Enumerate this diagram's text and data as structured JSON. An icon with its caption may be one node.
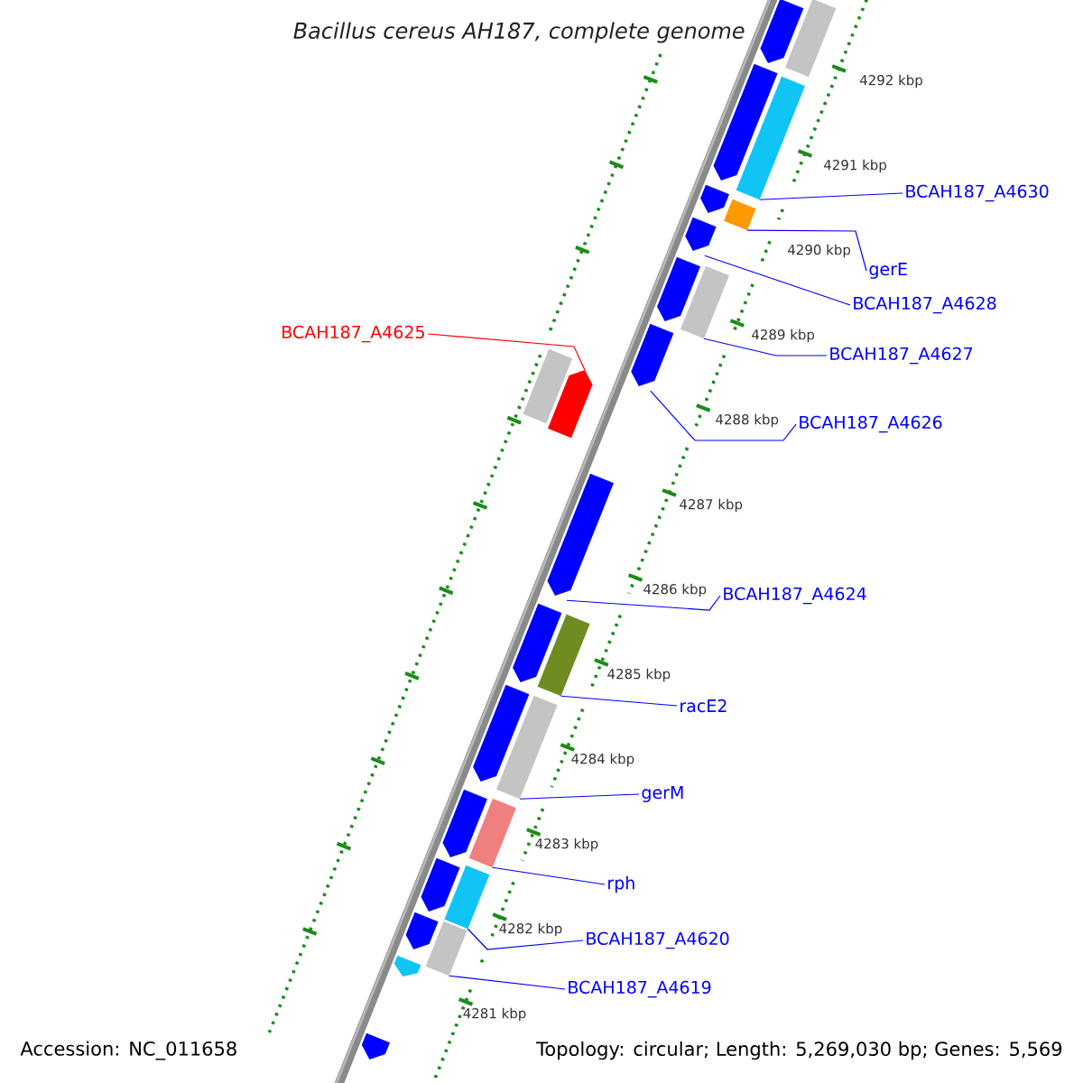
{
  "diagram": {
    "title": "Bacillus cereus AH187, complete genome",
    "nodes": [
      {
        "text": [
          "BCAH187_A4630"
        ]
      },
      {
        "text": [
          "gerE"
        ]
      },
      {
        "text": [
          "BCAH187_A4628"
        ]
      },
      {
        "text": [
          "BCAH187_A4625"
        ]
      },
      {
        "text": [
          "BCAH187_A4627"
        ]
      },
      {
        "text": [
          "BCAH187_A4626"
        ]
      },
      {
        "text": [
          "BCAH187_A4624"
        ]
      },
      {
        "text": [
          "racE2"
        ]
      },
      {
        "text": [
          "gerM"
        ]
      },
      {
        "text": [
          "rph"
        ]
      },
      {
        "text": [
          "BCAH187_A4620"
        ]
      },
      {
        "text": [
          "BCAH187_A4619"
        ]
      },
      {
        "text": [],
        "shape": "pentagon"
      },
      {
        "text": [],
        "shape": "box"
      },
      {
        "text": [],
        "shape": "pentagon"
      },
      {
        "text": [],
        "shape": "box"
      },
      {
        "text": [],
        "shape": "pentagon"
      },
      {
        "text": [],
        "shape": "box"
      },
      {
        "text": [],
        "shape": "pentagon"
      },
      {
        "text": [],
        "shape": "pentagon"
      },
      {
        "text": [],
        "shape": "box"
      },
      {
        "text": [],
        "shape": "pentagon"
      },
      {
        "text": [],
        "shape": "box"
      },
      {
        "text": [],
        "shape": "pentagon"
      },
      {
        "text": [],
        "shape": "pentagon"
      },
      {
        "text": [],
        "shape": "pentagon"
      },
      {
        "text": [],
        "shape": "box"
      },
      {
        "text": [],
        "shape": "pentagon"
      },
      {
        "text": [],
        "shape": "box"
      },
      {
        "text": [],
        "shape": "pentagon"
      },
      {
        "text": [],
        "shape": "box"
      },
      {
        "text": [],
        "shape": "pentagon"
      },
      {
        "text": [],
        "shape": "box"
      },
      {
        "text": [],
        "shape": "pentagon"
      },
      {
        "text": [],
        "shape": "box"
      },
      {
        "text": [],
        "shape": "pentagon"
      },
      {
        "text": [],
        "shape": "pentagon"
      }
    ],
    "edges": [
      {
        "from": 0,
        "to": 15,
        "arrow": "none"
      },
      {
        "from": 1,
        "to": 17,
        "arrow": "none"
      },
      {
        "from": 2,
        "to": 18,
        "arrow": "none"
      },
      {
        "from": 3,
        "to": 23,
        "arrow": "none",
        "color": "#ff0000"
      },
      {
        "from": 4,
        "to": 20,
        "arrow": "none"
      },
      {
        "from": 5,
        "to": 21,
        "arrow": "none"
      },
      {
        "from": 6,
        "to": 24,
        "arrow": "none"
      },
      {
        "from": 7,
        "to": 26,
        "arrow": "none"
      },
      {
        "from": 8,
        "to": 28,
        "arrow": "none"
      },
      {
        "from": 9,
        "to": 30,
        "arrow": "none"
      },
      {
        "from": 10,
        "to": 32,
        "arrow": "none"
      },
      {
        "from": 11,
        "to": 34,
        "arrow": "none"
      }
    ],
    "labels": [
      "4292 kbp",
      "4291 kbp",
      "4290 kbp",
      "4289 kbp",
      "4288 kbp",
      "4287 kbp",
      "4286 kbp",
      "4285 kbp",
      "4284 kbp",
      "4283 kbp",
      "4282 kbp",
      "4281 kbp",
      "Accession: NC_011658",
      "Topology: circular; Length: 5,269,030 bp; Genes: 5,569"
    ]
  }
}
